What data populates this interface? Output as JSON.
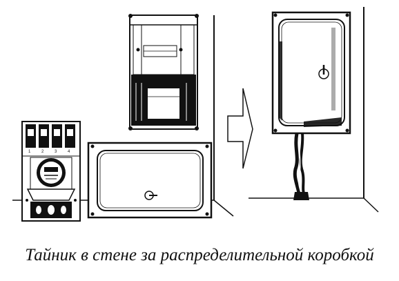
{
  "caption": "Тайник в стене за распределительной коробкой",
  "meter": {
    "breaker_labels": [
      "1",
      "2",
      "3",
      "4"
    ]
  },
  "colors": {
    "ink": "#111111",
    "paper": "#ffffff"
  },
  "icons": [
    "electrical-panel-icon",
    "safe-door-icon",
    "arrow-right-icon",
    "keyhole-icon"
  ]
}
